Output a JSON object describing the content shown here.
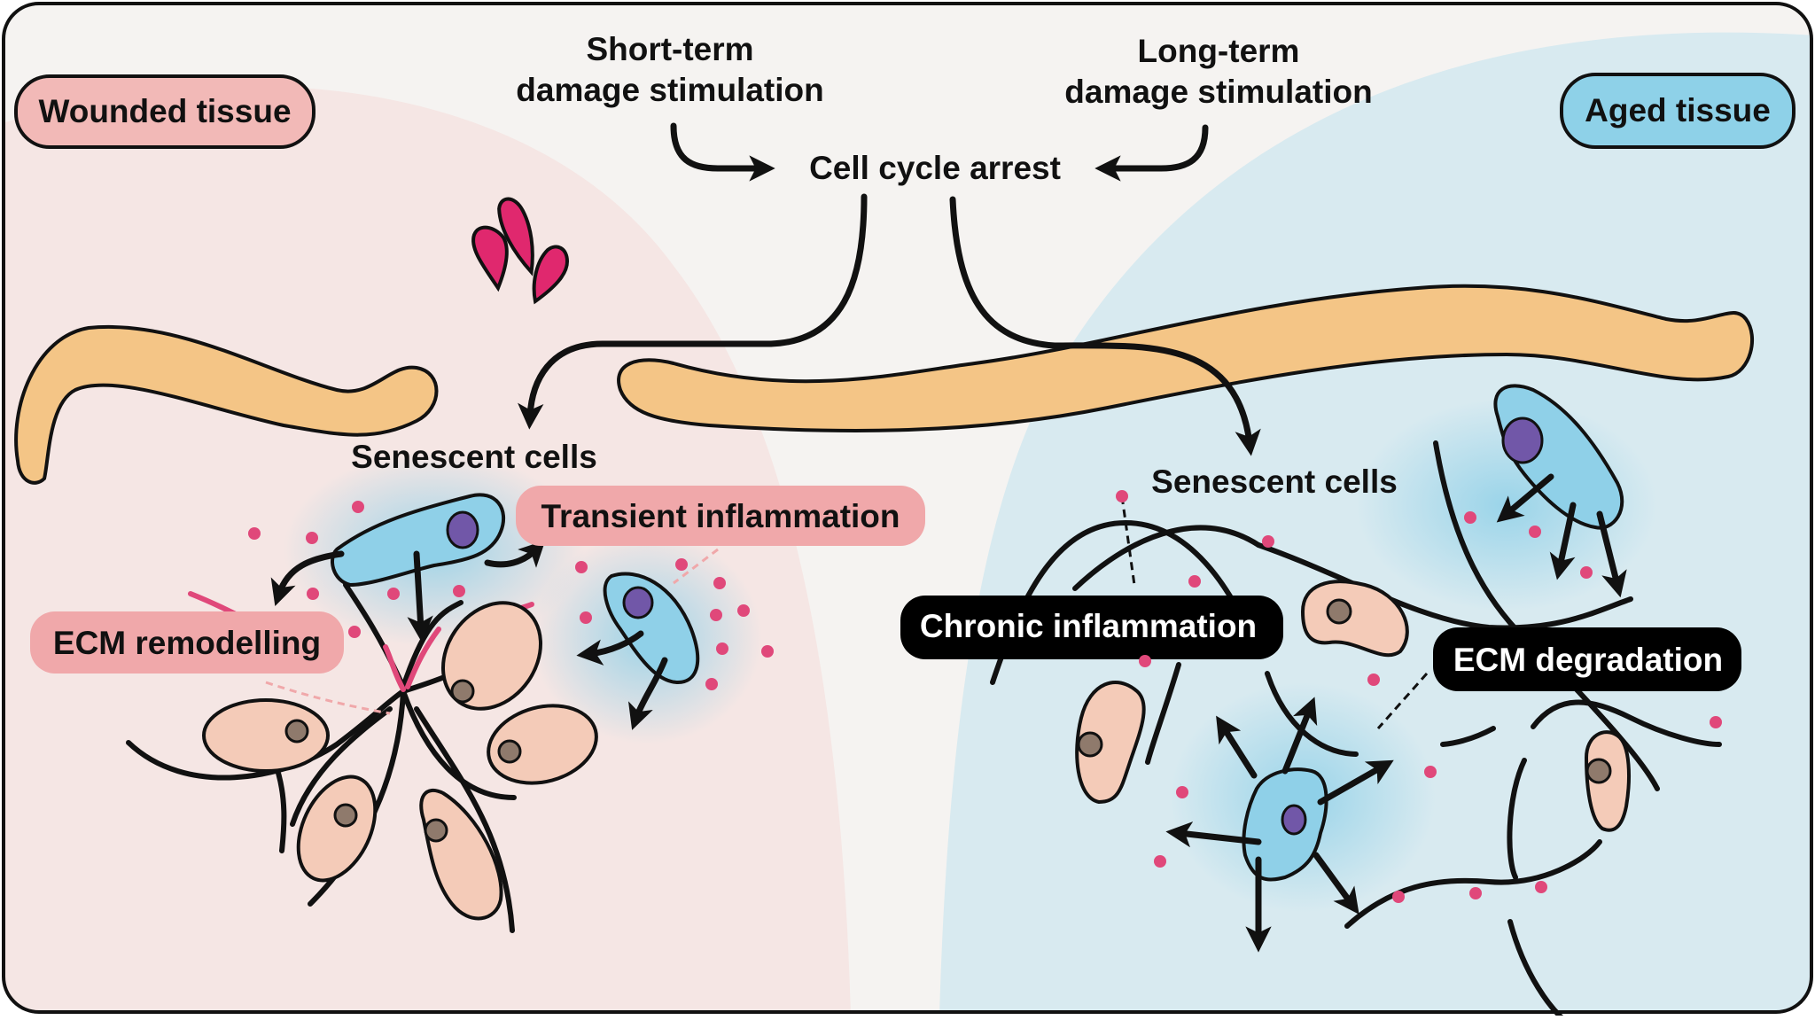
{
  "figure": {
    "flow": {
      "short_term_line1": "Short-term",
      "short_term_line2": "damage stimulation",
      "long_term_line1": "Long-term",
      "long_term_line2": "damage stimulation",
      "center": "Cell cycle arrest"
    },
    "left_panel": {
      "title": "Wounded tissue",
      "cells_label": "Senescent cells",
      "tag_inflammation": "Transient inflammation",
      "tag_ecm": "ECM remodelling"
    },
    "right_panel": {
      "title": "Aged tissue",
      "cells_label": "Senescent cells",
      "tag_inflammation": "Chronic inflammation",
      "tag_ecm": "ECM degradation"
    },
    "colors": {
      "background": "#f5f3f1",
      "wounded_region": "#f5e6e4",
      "aged_region": "#d8eaf0",
      "wounded_tag": "#f2b9b7",
      "aged_tag": "#8ed1e8",
      "light_tag": "#f0a8aa",
      "dark_tag": "#000000",
      "senescent_cell": "#8fd0e8",
      "nucleus": "#7157a8",
      "tissue_cell": "#f4cbb8",
      "tissue_nucleus": "#8f7a6c",
      "vessel": "#f4c586",
      "blood_drop": "#e0286e",
      "sasp_dot": "#e0487a"
    }
  }
}
